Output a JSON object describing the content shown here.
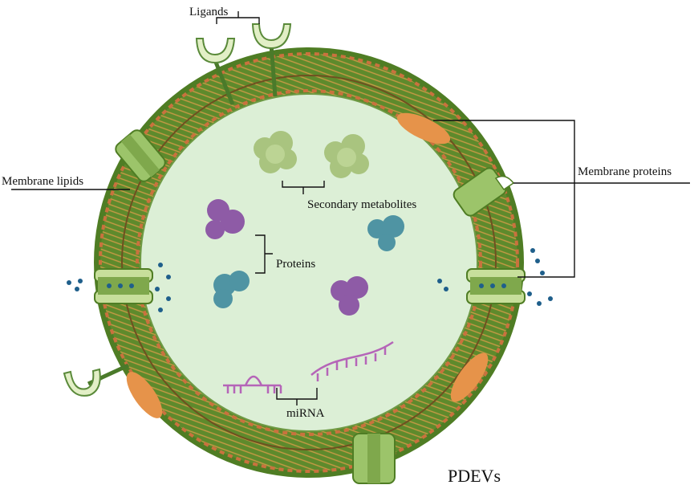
{
  "labels": {
    "ligands": "Ligands",
    "membrane_lipids": "Membrane lipids",
    "membrane_proteins": "Membrane proteins",
    "secondary_metabolites": "Secondary metabolites",
    "proteins": "Proteins",
    "mirna": "miRNA",
    "title": "PDEVs"
  },
  "colors": {
    "membrane_outer": "#5e8a2c",
    "membrane_core": "#8a6a2a",
    "lipid_head": "#c9723e",
    "interior": "#dcefd6",
    "protein_green": "#9cc46a",
    "metabolite_green": "#a9c47f",
    "protein_purple": "#8e5ba6",
    "protein_teal": "#4f94a3",
    "mirna": "#b565b8",
    "ion_dots": "#1f5f8b",
    "orange_protein": "#e6934a"
  },
  "icons": {
    "ligand": "ligand-cup-icon",
    "channel": "transmembrane-channel-icon",
    "metabolite": "metabolite-cluster-icon",
    "protein": "folded-protein-icon",
    "mirna": "mirna-strand-icon",
    "ion": "ion-dot-icon"
  }
}
